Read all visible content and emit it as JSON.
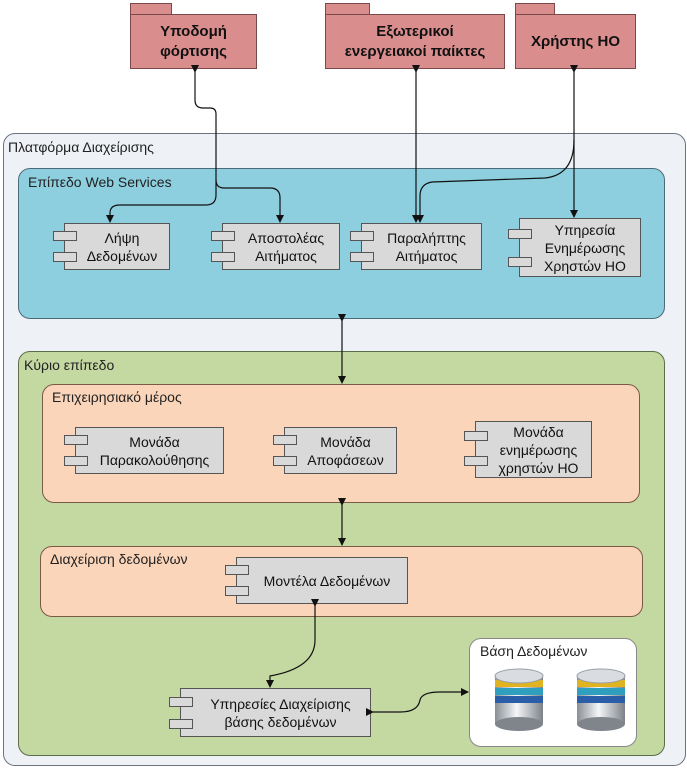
{
  "external": {
    "charging": "Υποδομή\nφόρτισης",
    "energy_players": "Εξωτερικοί\nενεργειακοί παίκτες",
    "user": "Χρήστης ΗΟ"
  },
  "platform": {
    "title": "Πλατφόρμα Διαχείρισης",
    "web_services": {
      "title": "Επίπεδο Web Services",
      "components": [
        "Λήψη\nΔεδομένων",
        "Αποστολέας\nΑιτήματος",
        "Παραλήπτης\nΑιτήματος",
        "Υπηρεσία\nΕνημέρωσης\nΧρηστών ΗΟ"
      ]
    },
    "core": {
      "title": "Κύριο επίπεδο",
      "business": {
        "title": "Επιχειρησιακό μέρος",
        "components": [
          "Μονάδα\nΠαρακολούθησης",
          "Μονάδα\nΑποφάσεων",
          "Μονάδα\nενημέρωσης\nχρηστών ΗΟ"
        ]
      },
      "data_mgmt": {
        "title": "Διαχείριση δεδομένων",
        "component": "Μοντέλα Δεδομένων"
      },
      "db_services": "Υπηρεσίες Διαχείρισης\nβάσης δεδομένων",
      "database": {
        "title": "Βάση Δεδομένων",
        "icons": [
          "database-icon",
          "database-icon"
        ]
      }
    }
  },
  "colors": {
    "package": "#d98d8d",
    "platform_bg": "#eef2f7",
    "web_services_bg": "#8ecfdf",
    "core_bg": "#c4d8a2",
    "inner_bg": "#fbd5b9",
    "component": "#d9d9d9"
  }
}
